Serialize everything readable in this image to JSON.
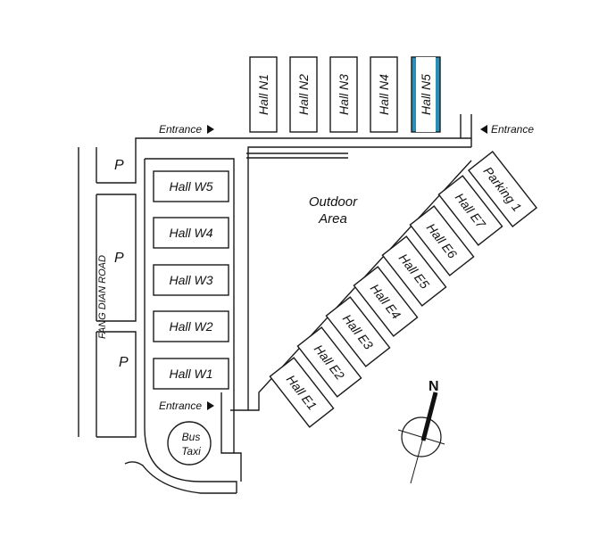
{
  "map": {
    "north_label": "N",
    "parking_label": "P",
    "road_label": "FANG DIAN ROAD",
    "outdoor_area": [
      "Outdoor",
      "Area"
    ],
    "bus_taxi": [
      "Bus",
      "Taxi"
    ],
    "entrances": {
      "north_west": "Entrance",
      "north_east": "Entrance",
      "west": "Entrance"
    },
    "halls_north": [
      "Hall N1",
      "Hall N2",
      "Hall N3",
      "Hall N4",
      "Hall N5"
    ],
    "halls_west": [
      "Hall W5",
      "Hall W4",
      "Hall W3",
      "Hall W2",
      "Hall W1"
    ],
    "halls_east": [
      "Hall E1",
      "Hall E2",
      "Hall E3",
      "Hall E4",
      "Hall E5",
      "Hall E6",
      "Hall E7"
    ],
    "parking_1": "Parking 1",
    "colors": {
      "highlight": "#2a8fb8",
      "line": "#1a1a1a",
      "background": "#ffffff"
    }
  }
}
